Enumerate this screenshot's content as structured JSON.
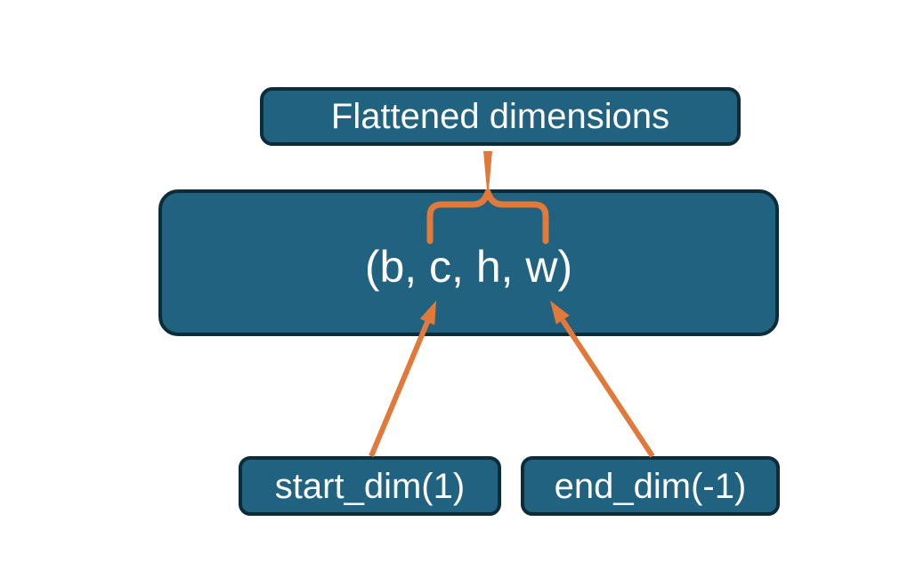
{
  "colors": {
    "background": "#ffffff",
    "box_fill": "#20627f",
    "box_border": "#0d2c3a",
    "connector": "#e0793a",
    "text": "#fdfdfd"
  },
  "diagram": {
    "title_box": {
      "label": "Flattened dimensions"
    },
    "tensor_box": {
      "label": "(b, c, h, w)"
    },
    "start_dim_box": {
      "label": "start_dim(1)"
    },
    "end_dim_box": {
      "label": "end_dim(-1)"
    }
  }
}
